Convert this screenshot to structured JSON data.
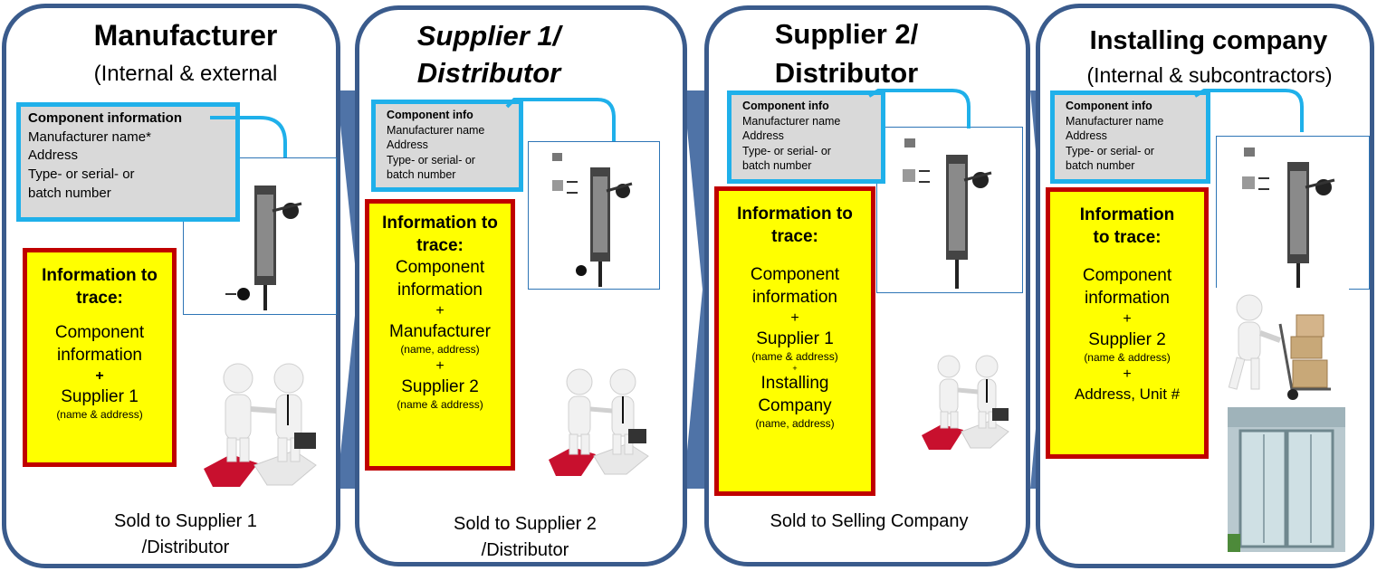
{
  "panels": [
    {
      "title": "Manufacturer",
      "subtitle": "(Internal & external",
      "info": {
        "heading": "Component information",
        "lines": [
          "Manufacturer name*",
          "Address",
          "Type- or serial- or",
          "batch number"
        ]
      },
      "trace": {
        "heading": "Information to trace:",
        "lines": [
          "Component",
          "information",
          "+",
          "Supplier 1",
          "(name & address)"
        ]
      },
      "sold": [
        "Sold to Supplier 1",
        "/Distributor"
      ]
    },
    {
      "title": "Supplier 1/ Distributor",
      "info": {
        "heading": "Component info",
        "lines": [
          "Manufacturer name",
          "Address",
          "Type- or serial- or",
          "batch number"
        ]
      },
      "trace": {
        "heading": "Information to trace:",
        "lines": [
          "Component",
          "information",
          "+",
          "Manufacturer",
          "(name, address)",
          "+",
          "Supplier 2",
          "(name & address)"
        ]
      },
      "sold": [
        "Sold to Supplier 2",
        "/Distributor"
      ]
    },
    {
      "title": "Supplier 2/ Distributor",
      "info": {
        "heading": "Component info",
        "lines": [
          "Manufacturer name",
          "Address",
          "Type- or serial- or",
          "batch number"
        ]
      },
      "trace": {
        "heading": "Information to trace:",
        "lines": [
          "Component",
          "information",
          "+",
          "Supplier 1",
          "(name & address)",
          "+",
          "Installing",
          "Company",
          "(name, address)"
        ]
      },
      "sold": [
        "Sold to Selling Company"
      ]
    },
    {
      "title": "Installing company",
      "subtitle": "(Internal & subcontractors)",
      "info": {
        "heading": "Component info",
        "lines": [
          "Manufacturer name",
          "Address",
          "Type- or serial- or",
          "batch number"
        ]
      },
      "trace": {
        "heading": "Information to trace:",
        "lines": [
          "Component",
          "information",
          "+",
          "Supplier 2",
          "(name & address)",
          "+",
          "Address, Unit #"
        ]
      }
    }
  ],
  "colors": {
    "panel_border": "#3a5b8c",
    "arrow": "#4f73a7",
    "info_border": "#1fb0ea",
    "info_fill": "#d9d9d9",
    "trace_border": "#c00000",
    "trace_fill": "#ffff00"
  },
  "icons": [
    "lock-mechanism-icon",
    "handshake-figures-icon",
    "delivery-figure-icon",
    "elevator-door-icon"
  ]
}
